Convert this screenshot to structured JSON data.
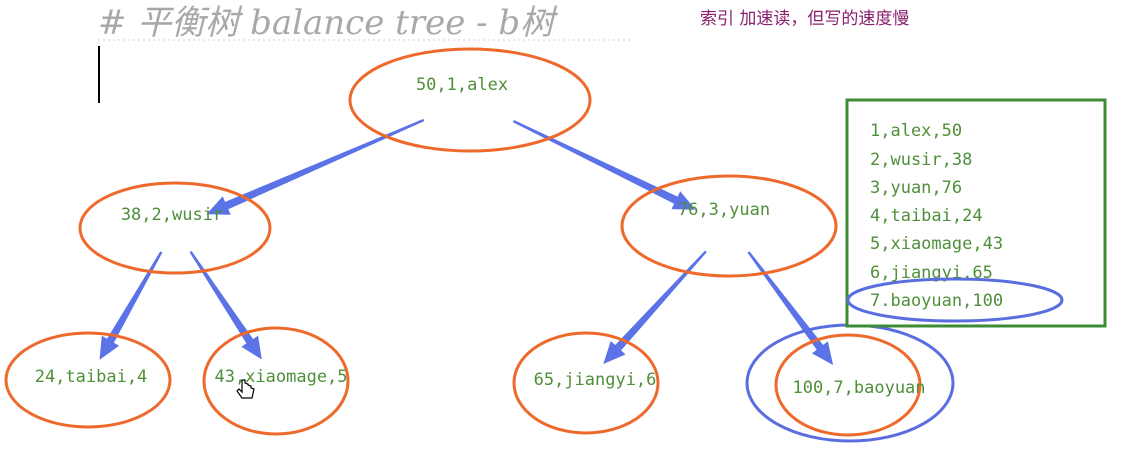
{
  "heading": "# 平衡树 balance tree - b树",
  "note": "索引 加速读，但写的速度慢",
  "colors": {
    "node_ellipse": "#ee6a2c",
    "arrow": "#5b73e6",
    "highlight": "#5b6ee0",
    "index_box": "#3d8c34",
    "node_text": "#4f8f3a",
    "heading": "#a8a8a8",
    "note": "#8a1f6e"
  },
  "nodes": [
    {
      "id": "root",
      "label": "50,1,alex"
    },
    {
      "id": "left",
      "label": "38,2,wusir"
    },
    {
      "id": "right",
      "label": "76,3,yuan"
    },
    {
      "id": "ll",
      "label": "24,taibai,4"
    },
    {
      "id": "lr",
      "label": "43,xiaomage,5"
    },
    {
      "id": "rl",
      "label": "65,jiangyi,6"
    },
    {
      "id": "rr",
      "label": "100,7,baoyuan"
    }
  ],
  "edges": [
    {
      "from": "root",
      "to": "left"
    },
    {
      "from": "root",
      "to": "right"
    },
    {
      "from": "left",
      "to": "ll"
    },
    {
      "from": "left",
      "to": "lr"
    },
    {
      "from": "right",
      "to": "rl"
    },
    {
      "from": "right",
      "to": "rr"
    }
  ],
  "index_rows": [
    "1,alex,50",
    "2,wusir,38",
    "3,yuan,76",
    "4,taibai,24",
    "5,xiaomage,43",
    "6,jiangyi,65",
    "7.baoyuan,100"
  ],
  "highlighted_row": 6,
  "highlighted_node": "rr"
}
